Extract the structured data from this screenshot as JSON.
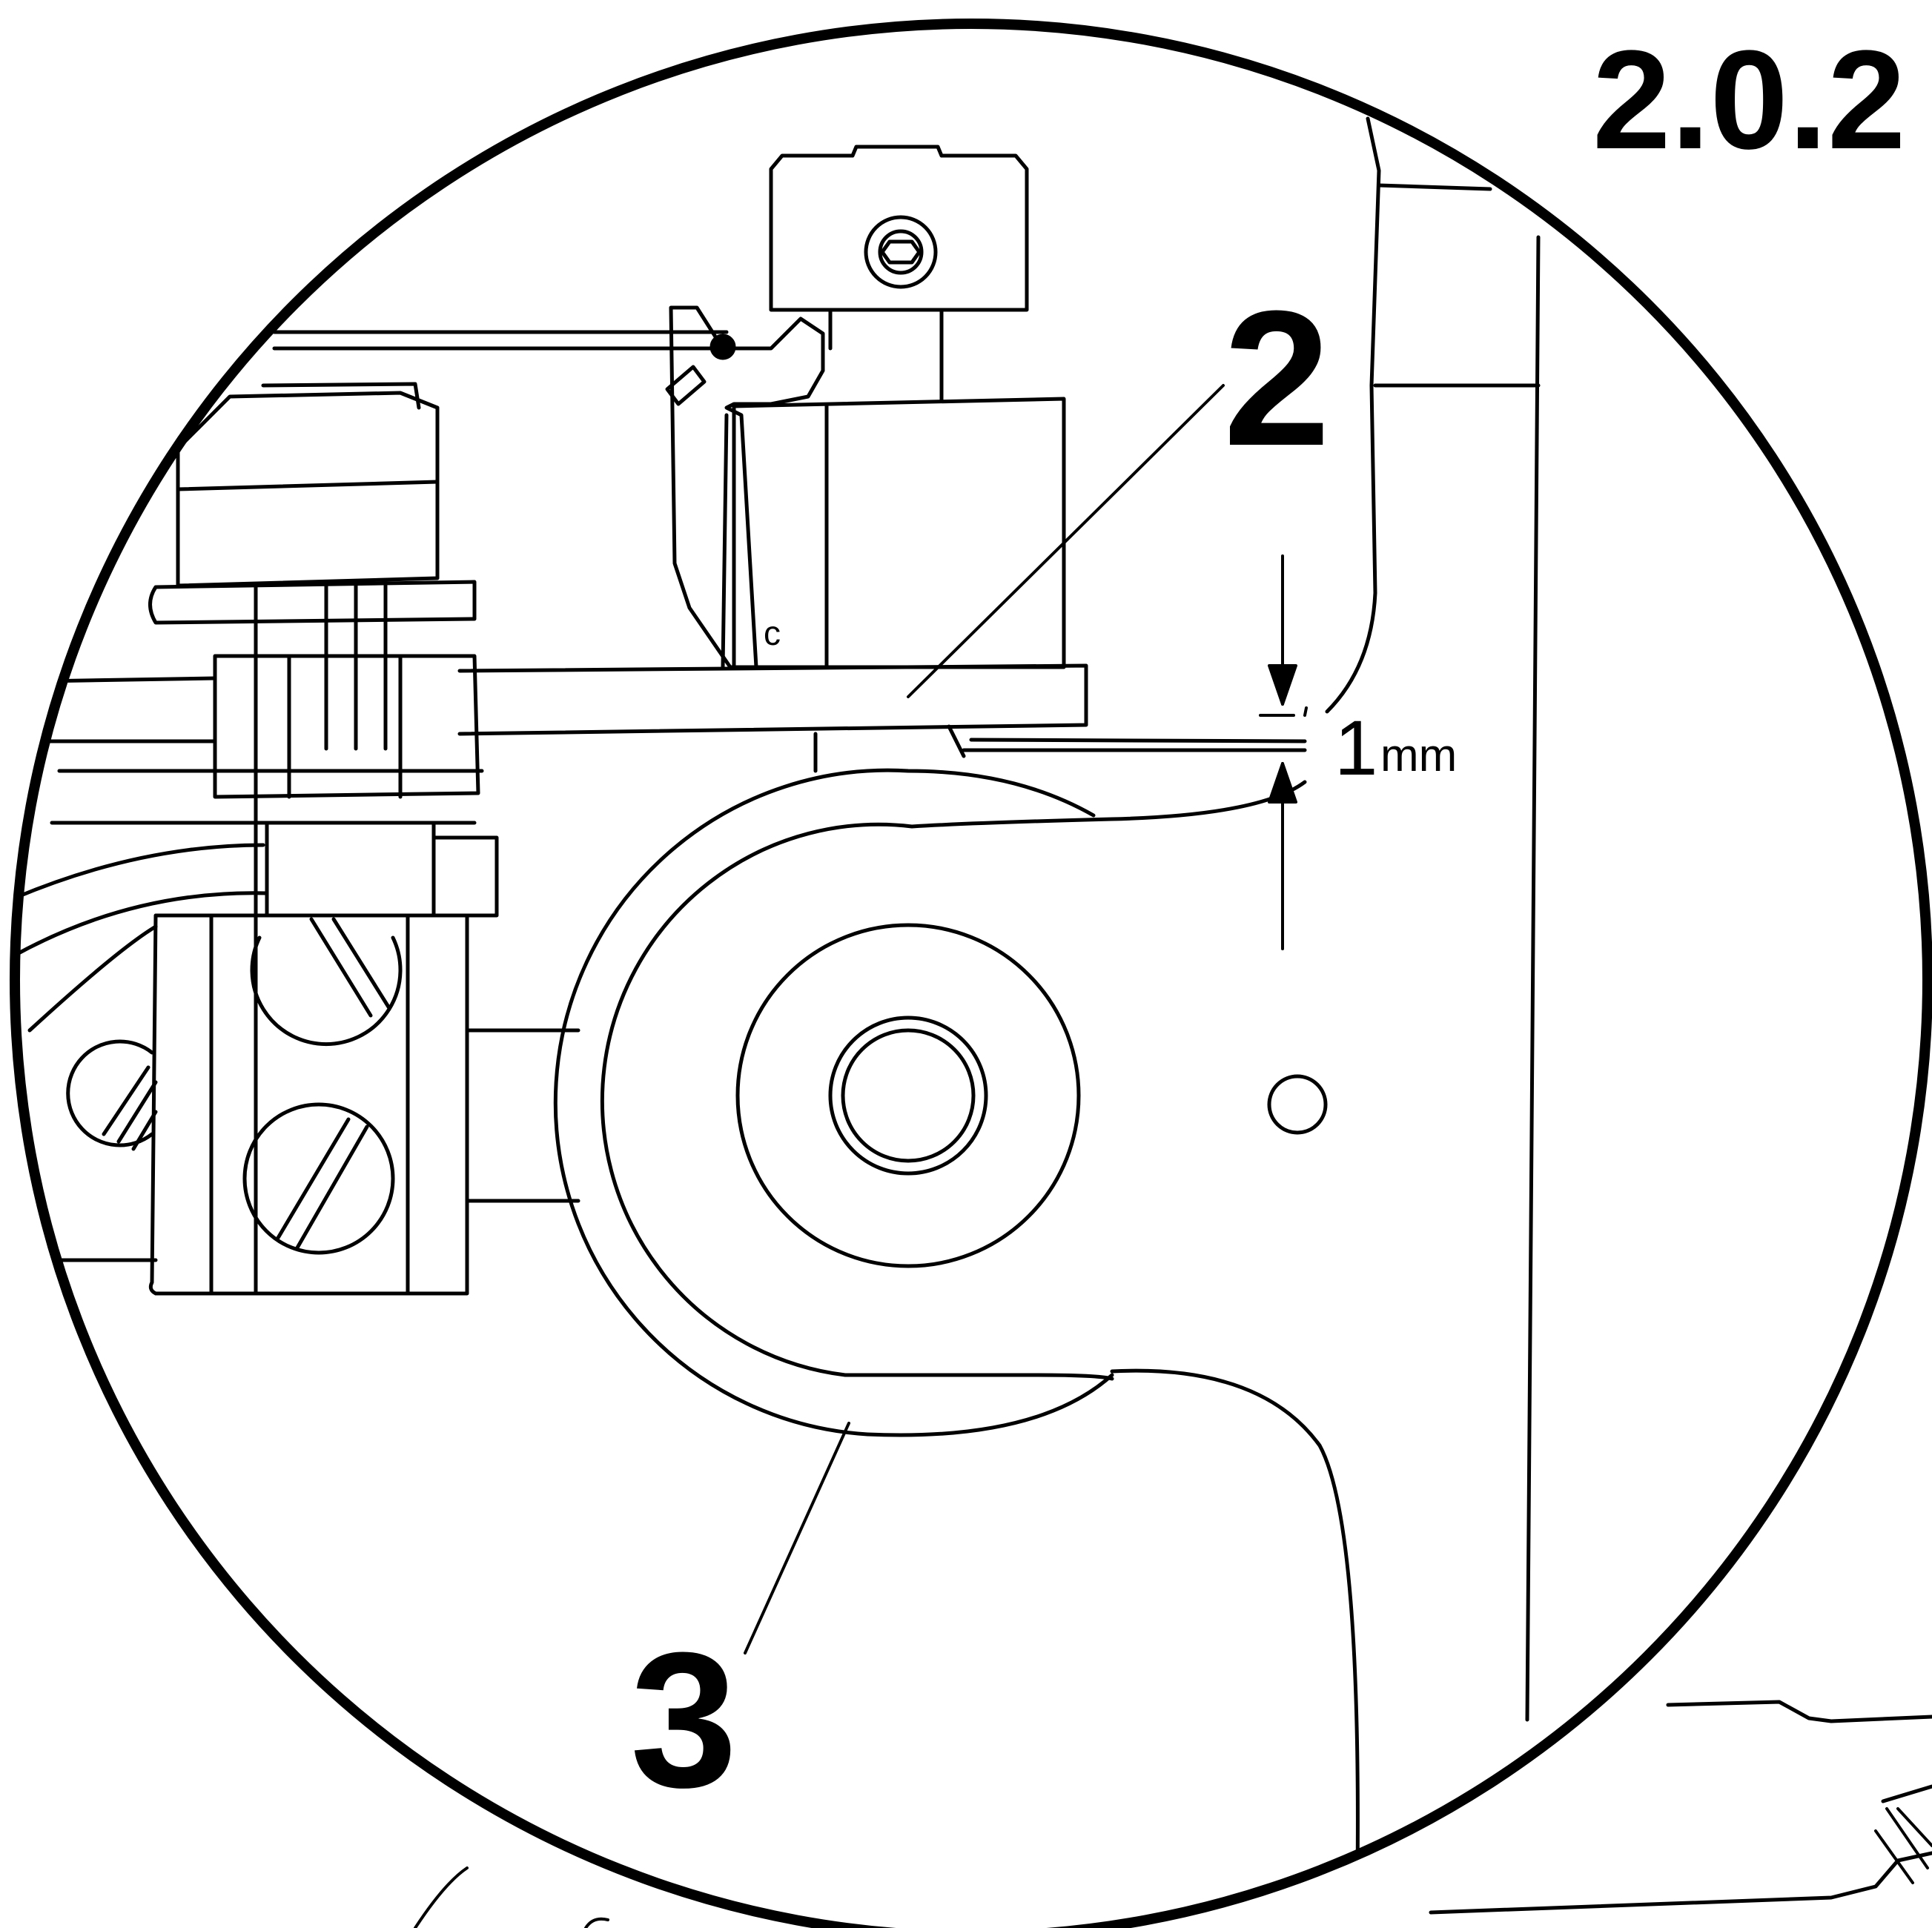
{
  "figure": {
    "section_number": "2.0.2",
    "callouts": [
      {
        "id": "part-2",
        "text": "2"
      },
      {
        "id": "part-3",
        "text": "3"
      }
    ],
    "part_mark": "c",
    "dimension": {
      "value": "1",
      "unit": "mm"
    }
  },
  "colors": {
    "ink": "#000000",
    "paper": "#ffffff"
  }
}
